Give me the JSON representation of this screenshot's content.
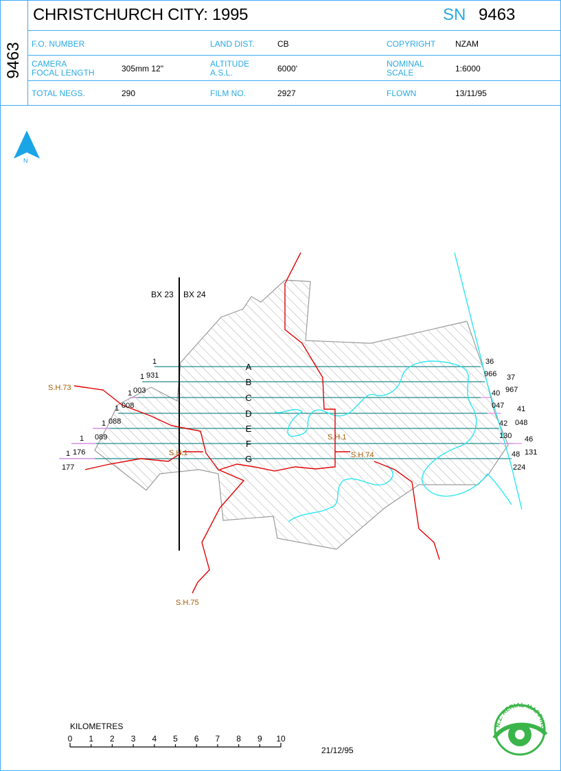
{
  "header": {
    "side_id": "9463",
    "title": "CHRISTCHURCH CITY: 1995",
    "sn_label": "SN",
    "sn_number": "9463",
    "rows": [
      {
        "fo_label": "F.O. NUMBER",
        "fo_value": "",
        "mid_label": "LAND DIST.",
        "mid_value": "CB",
        "right_label": "COPYRIGHT",
        "right_value": "NZAM"
      },
      {
        "fo_label": "CAMERA\nFOCAL LENGTH",
        "fo_value": "305mm 12\"",
        "mid_label": "ALTITUDE\nA.S.L.",
        "mid_value": "6000'",
        "right_label": "NOMINAL\nSCALE",
        "right_value": "1:6000"
      },
      {
        "fo_label": "TOTAL NEGS.",
        "fo_value": "290",
        "mid_label": "FILM NO.",
        "mid_value": "2927",
        "right_label": "FLOWN",
        "right_value": "13/11/95"
      }
    ]
  },
  "map": {
    "north_label": "N",
    "box_left": "BX 23",
    "box_right": "BX 24",
    "strips": [
      {
        "letter": "A",
        "left_top": "1",
        "left_bottom": "931",
        "right_top": "36",
        "right_bottom": "966"
      },
      {
        "letter": "B",
        "left_top": "1",
        "left_bottom": "003",
        "right_top": "37",
        "right_bottom": "967"
      },
      {
        "letter": "C",
        "left_top": "1",
        "left_bottom": "008",
        "right_top": "40",
        "right_bottom": "047"
      },
      {
        "letter": "D",
        "left_top": "1",
        "left_bottom": "088",
        "right_top": "41",
        "right_bottom": "048"
      },
      {
        "letter": "E",
        "left_top": "1",
        "left_bottom": "089",
        "right_top": "42",
        "right_bottom": "130"
      },
      {
        "letter": "F",
        "left_top": "1",
        "left_bottom": "176",
        "right_top": "46",
        "right_bottom": "131"
      },
      {
        "letter": "G",
        "left_top": "1",
        "left_bottom": "177",
        "right_top": "48",
        "right_bottom": "224"
      }
    ],
    "roads": {
      "sh73": "S.H.73",
      "sh1_west": "S.H.1",
      "sh1_east": "S.H.1",
      "sh74": "S.H.74",
      "sh75": "S.H.75"
    }
  },
  "scale_bar": {
    "title": "KILOMETRES",
    "ticks": [
      "0",
      "1",
      "2",
      "3",
      "4",
      "5",
      "6",
      "7",
      "8",
      "9",
      "10"
    ]
  },
  "date": "21/12/95",
  "logo": {
    "text": "N.Z. AERIAL MAPPING LTD"
  },
  "colors": {
    "accent": "#29a9e1",
    "road": "#e00000",
    "coast": "#29e6ef",
    "strip": "#1f8a8a",
    "hatch": "#999999",
    "label_road": "#a25a00"
  }
}
